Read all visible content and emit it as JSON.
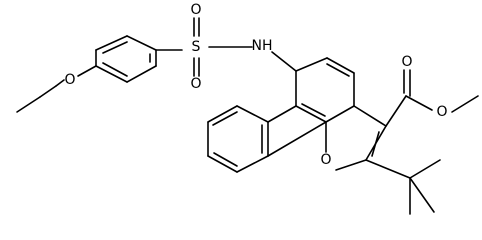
{
  "molecule": {
    "atoms": [
      {
        "id": "o-ether",
        "label": "O"
      },
      {
        "id": "s-sulfonyl",
        "label": "S"
      },
      {
        "id": "o-sulfonyl-top",
        "label": "O"
      },
      {
        "id": "o-sulfonyl-bottom",
        "label": "O"
      },
      {
        "id": "nh-amine",
        "label": "NH"
      },
      {
        "id": "o-carbonyl",
        "label": "O"
      },
      {
        "id": "o-ester",
        "label": "O"
      },
      {
        "id": "o-furan",
        "label": "O"
      }
    ]
  }
}
